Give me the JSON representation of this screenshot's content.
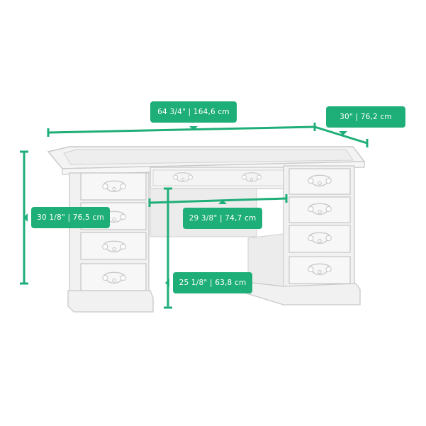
{
  "colors": {
    "accent": "#1eae78",
    "desk_line": "#c9c9c9",
    "desk_fill": "#f1f1f1",
    "label_text": "#ffffff"
  },
  "dimensions": {
    "width": "64 3/4\" | 164,6 cm",
    "depth": "30\" | 76,2 cm",
    "height": "30 1/8\" | 76,5 cm",
    "knee_width": "29 3/8\" | 74,7 cm",
    "knee_height": "25 1/8\" | 63,8 cm"
  }
}
